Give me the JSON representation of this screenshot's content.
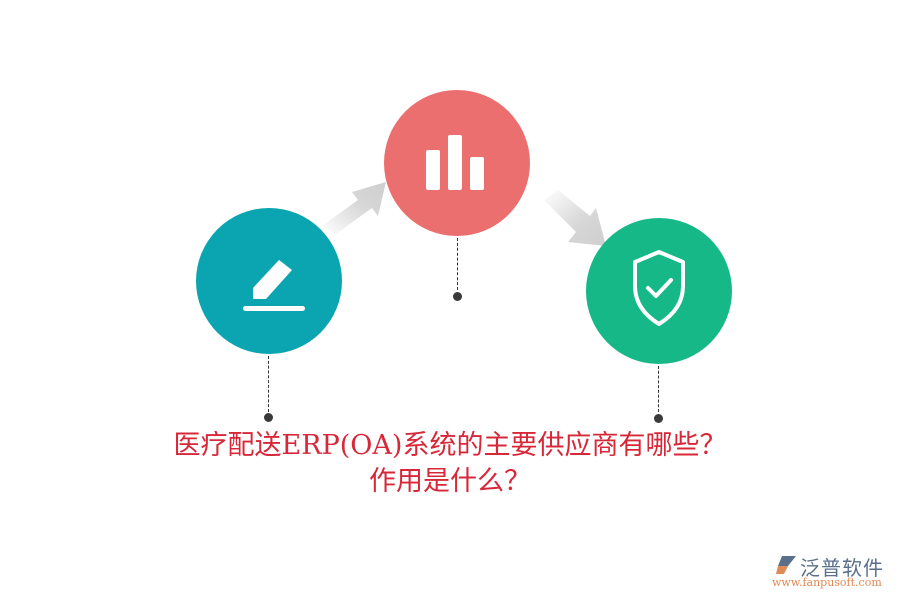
{
  "diagram": {
    "nodes": [
      {
        "id": "edit",
        "icon": "pencil-edit-icon",
        "color": "#0aa5b0"
      },
      {
        "id": "chart",
        "icon": "bar-chart-icon",
        "color": "#ec6f6f"
      },
      {
        "id": "security",
        "icon": "shield-check-icon",
        "color": "#15b886"
      }
    ],
    "connectors": [
      "arrow-right-up",
      "arrow-right-down"
    ]
  },
  "title": {
    "line1": "医疗配送ERP(OA)系统的主要供应商有哪些？",
    "line2": "作用是什么？",
    "color": "#d7283a"
  },
  "logo": {
    "name": "泛普软件",
    "url": "www.fanpusoft.com"
  }
}
